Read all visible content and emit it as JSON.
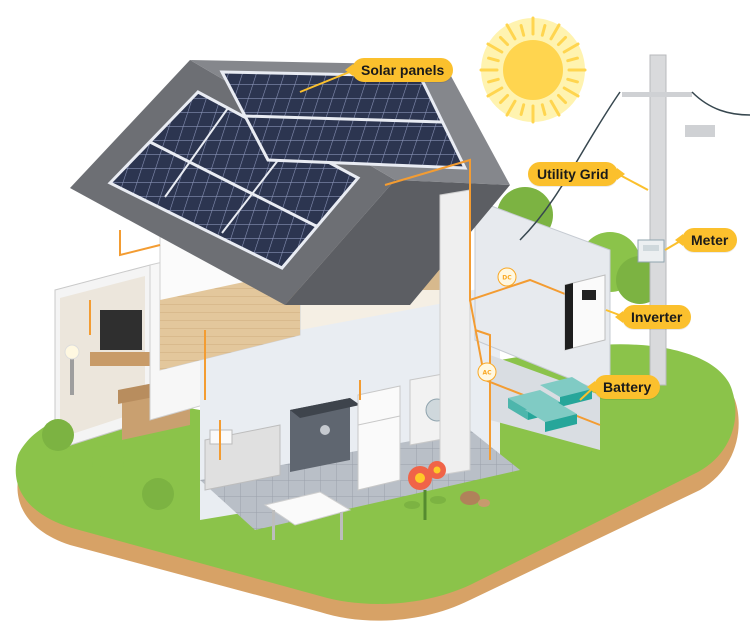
{
  "labels": {
    "solar_panels": "Solar panels",
    "utility_grid": "Utility Grid",
    "meter": "Meter",
    "inverter": "Inverter",
    "battery": "Battery"
  },
  "signs": {
    "dc": "DC",
    "ac": "AC"
  },
  "colors": {
    "label_bg": "#fbc02d",
    "wire": "#f39c32",
    "sun": "#ffd54f",
    "grass": "#8bc34a",
    "soil": "#d7a266",
    "panel": "#2c3550",
    "roof": "#6d6f74"
  },
  "icons": [
    "sun-icon",
    "solar-panel-icon",
    "power-pole-icon",
    "meter-icon",
    "inverter-icon",
    "battery-icon",
    "flower-icon"
  ]
}
